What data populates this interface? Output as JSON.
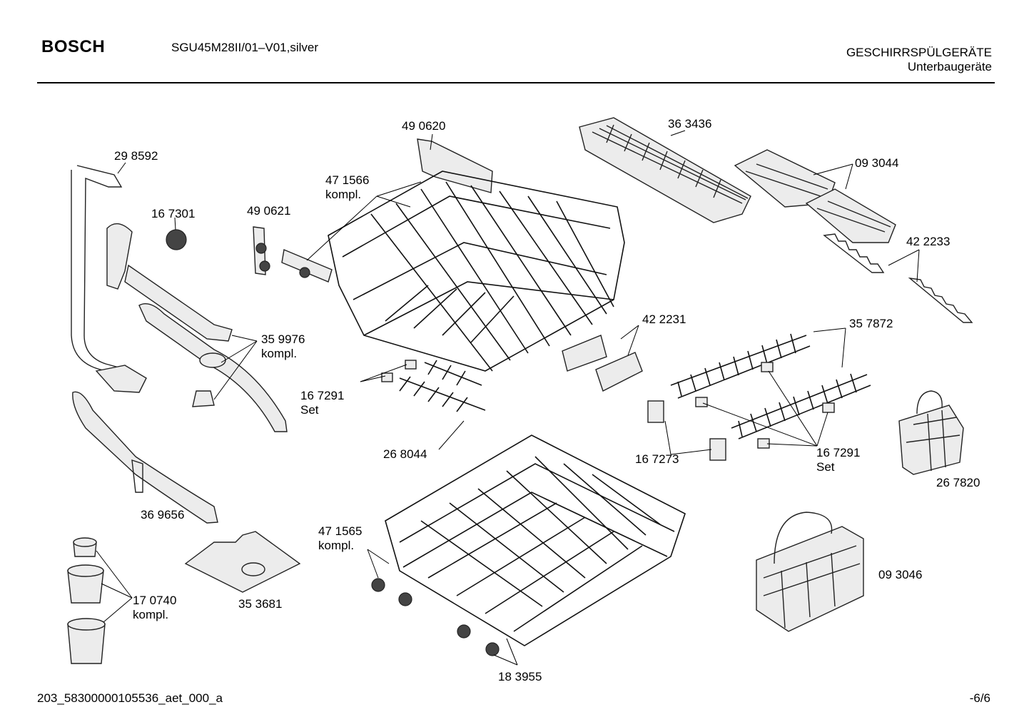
{
  "header": {
    "brand": "BOSCH",
    "model": "SGU45M28II/01–V01,silver",
    "category_line1": "GESCHIRRSPÜLGERÄTE",
    "category_line2": "Unterbaugeräte"
  },
  "footer": {
    "document_code": "203_58300000105536_aet_000_a",
    "page": "-6/6"
  },
  "labels": {
    "p298592": "29 8592",
    "p167301": "16 7301",
    "p490621": "49 0621",
    "p490620": "49 0620",
    "p471566": "47 1566",
    "kompl_471566": "kompl.",
    "p363436": "36 3436",
    "p093044": "09 3044",
    "p422233": "42 2233",
    "p359976": "35 9976",
    "kompl_359976": "kompl.",
    "p422231": "42 2231",
    "p357872": "35 7872",
    "p167291a": "16 7291",
    "set_a": "Set",
    "p268044": "26 8044",
    "p167273": "16 7273",
    "p167291b": "16 7291",
    "set_b": "Set",
    "p267820": "26 7820",
    "p369656": "36 9656",
    "p471565": "47 1565",
    "kompl_471565": "kompl.",
    "p093046": "09 3046",
    "p170740": "17 0740",
    "kompl_170740": "kompl.",
    "p353681": "35 3681",
    "p183955": "18 3955"
  }
}
